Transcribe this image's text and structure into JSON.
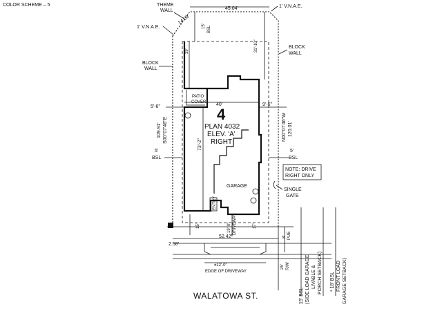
{
  "header": {
    "color_scheme": "COLOR SCHEME – 5"
  },
  "lot": {
    "number": "4",
    "plan": "PLAN 4032",
    "elevation": "ELEV. 'A'",
    "orientation": "RIGHT"
  },
  "labels": {
    "theme_wall_1": "THEME",
    "theme_wall_2": "WALL",
    "vnae_left": "1' V.N.A.E.",
    "vnae_right": "1' V.N.A.E.",
    "block_wall_left_1": "BLOCK",
    "block_wall_left_2": "WALL",
    "block_wall_right_1": "BLOCK",
    "block_wall_right_2": "WALL",
    "patio_1": "PATIO",
    "patio_2": "COVER",
    "garage": "GARAGE",
    "entry": "ENTRY",
    "driveway": "DRIVEWAY",
    "note_1": "NOTE: DRIVE",
    "note_2": "RIGHT ONLY",
    "single_gate_1": "SINGLE",
    "single_gate_2": "GATE",
    "edge_of_driveway": "EDGE OF DRIVEWAY",
    "street": "WALATOWA ST.",
    "bsl_left": "BSL",
    "bsl_right": "BSL",
    "rw": "R/W",
    "pue": "PUE"
  },
  "dimensions": {
    "top_width": "45.04'",
    "corner_cut": "14.09'",
    "rear_bsl": "15'",
    "rear_bsl_label": "BSL",
    "rear_setback_left": "39'",
    "rear_setback_right": "31'-10\"",
    "house_width": "40'",
    "side_left": "5'-6\"",
    "side_right": "9'-6\"",
    "left_lot_depth": "109.91'",
    "left_bearing": "S00°07'46\"E",
    "right_lot_depth": "120.01'",
    "right_bearing": "N00°07'46\"W",
    "house_depth": "73'-2\"",
    "side_bsl_left": "5'",
    "side_bsl_right": "5'",
    "front_setback_left": "15'",
    "driveway_length": "19'-0\"",
    "front_setback_right": "17'",
    "front_width": "52.42'",
    "corner_offset": "2.58'",
    "pue_depth": "8'",
    "rw_depth": "25'",
    "driveway_width": "±12'-0\""
  },
  "setback_notes": {
    "col1_line1": "15' BSL",
    "col1_line2": "(SIDE LOAD GARAGE",
    "col2_line1": "LIVABLE &",
    "col2_line2": "PORCH SETBACK)",
    "col3_line1": "* 18' BSL",
    "col3_line2": "FRONT LOAD",
    "col3_line3": "GARAGE SETBACK)"
  }
}
